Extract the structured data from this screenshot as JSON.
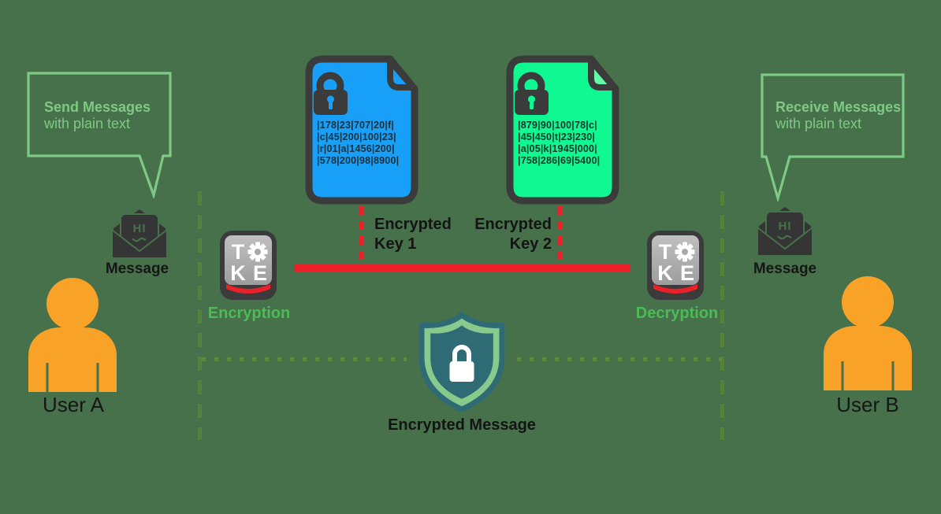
{
  "users": {
    "a": {
      "bubble_line1": "Send Messages",
      "bubble_line2": "with plain text",
      "envelope_text": "HI",
      "message_label": "Message",
      "name": "User A"
    },
    "b": {
      "bubble_line1": "Receive Messages",
      "bubble_line2": "with plain text",
      "envelope_text": "HI",
      "message_label": "Message",
      "name": "User B"
    }
  },
  "keys": {
    "key1": {
      "doc_lines": [
        "|178|23|707|20|f|",
        "|c|45|200|100|23|",
        "|r|01|a|1456|200|",
        "|578|200|98|8900|"
      ],
      "label_line1": "Encrypted",
      "label_line2": "Key 1"
    },
    "key2": {
      "doc_lines": [
        "|879|90|100|78|c|",
        "|45|450|t|23|230|",
        "|a|05|k|1945|000|",
        "|758|286|69|5400|"
      ],
      "label_line1": "Encrypted",
      "label_line2": "Key 2"
    }
  },
  "process": {
    "encryption_label": "Encryption",
    "decryption_label": "Decryption",
    "token_letters": {
      "t": "T",
      "k": "K",
      "e": "E"
    }
  },
  "shield": {
    "label": "Encrypted Message"
  },
  "colors": {
    "background": "#47714B",
    "outline_dark": "#3B3B3B",
    "doc_blue": "#18A0F8",
    "doc_green": "#10F891",
    "doc_green_fold": "#63FBAA",
    "red": "#EC2028",
    "person_orange": "#F9A228",
    "bubble_green": "#7EC983",
    "process_label_green": "#4CBB55",
    "dash_olive": "#55813B",
    "shield_teal": "#2F6B74",
    "shield_ring_green": "#87CA8C",
    "key_gray": "#ACACAC"
  }
}
